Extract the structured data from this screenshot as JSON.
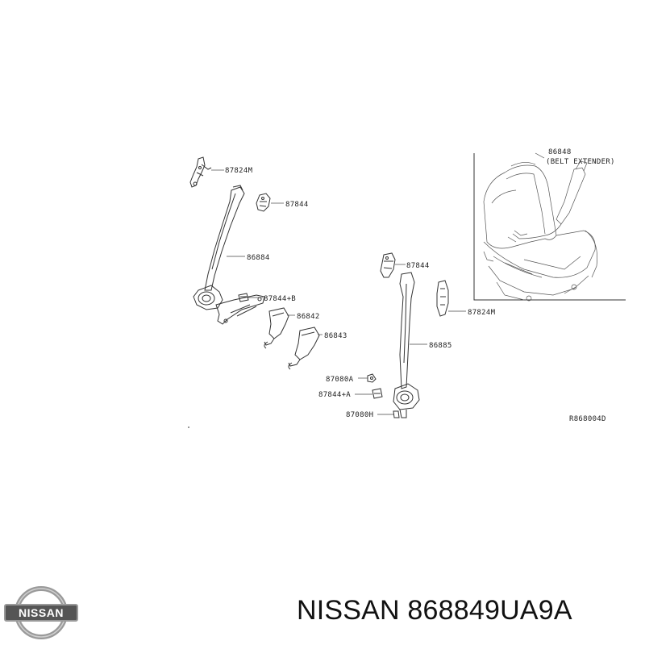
{
  "callouts": {
    "p87824m_left": "87824M",
    "p87844_top_left": "87844",
    "p86884": "86884",
    "p87844b": "87844+B",
    "p86842": "86842",
    "p86843": "86843",
    "p87844_mid": "87844",
    "p87824m_right": "87824M",
    "p86885": "86885",
    "p87080a": "87080A",
    "p87844a": "87844+A",
    "p87080h": "87080H"
  },
  "inset": {
    "code_partial": "86848",
    "belt_extender": "(BELT EXTENDER)"
  },
  "diagram_code": "R868004D",
  "brand": {
    "logo_text": "NISSAN",
    "caption": "NISSAN 868849UA9A"
  },
  "colors": {
    "line": "#333333",
    "logo_silver": "#9a9a9a",
    "logo_band": "#555555"
  }
}
